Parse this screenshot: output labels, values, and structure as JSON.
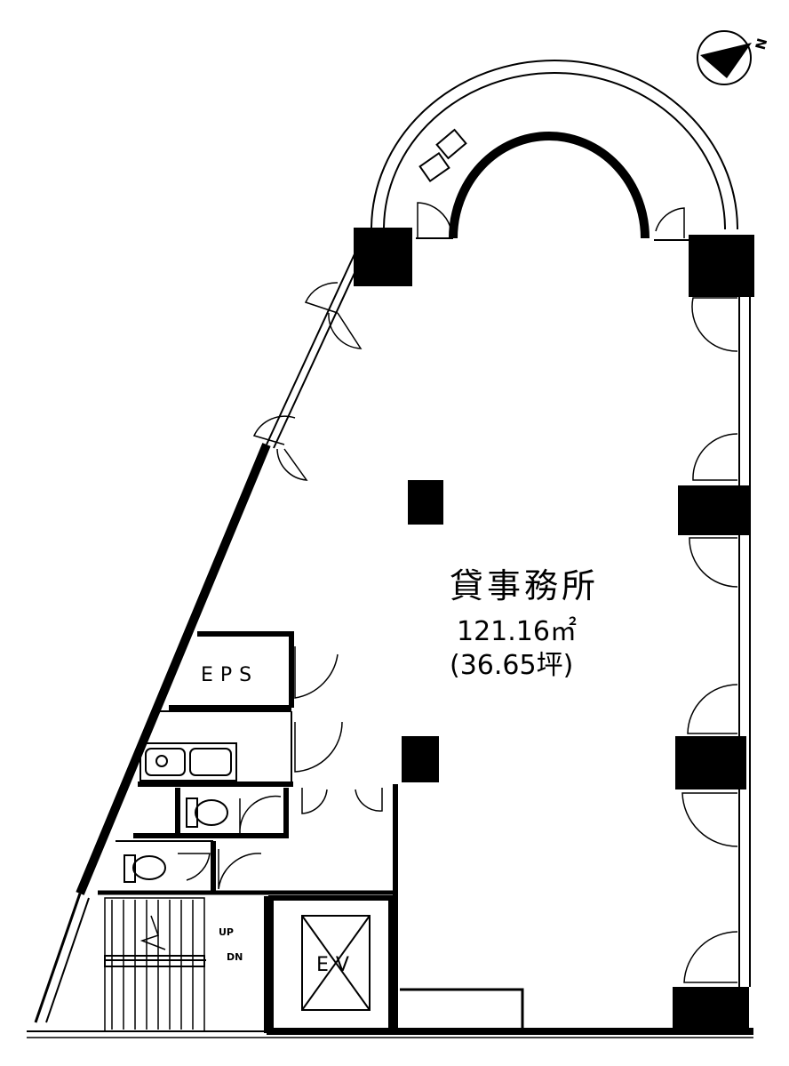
{
  "compass": {
    "label": "N",
    "icon": "north-arrow-icon"
  },
  "main_room": {
    "title": "貸事務所",
    "area": "121.16㎡",
    "tsubo": "(36.65坪)"
  },
  "rooms": {
    "eps": "EPS",
    "ev": "EV"
  },
  "stairs": {
    "up": "UP",
    "dn": "DN"
  },
  "colors": {
    "wall": "#000000",
    "background": "#ffffff"
  }
}
